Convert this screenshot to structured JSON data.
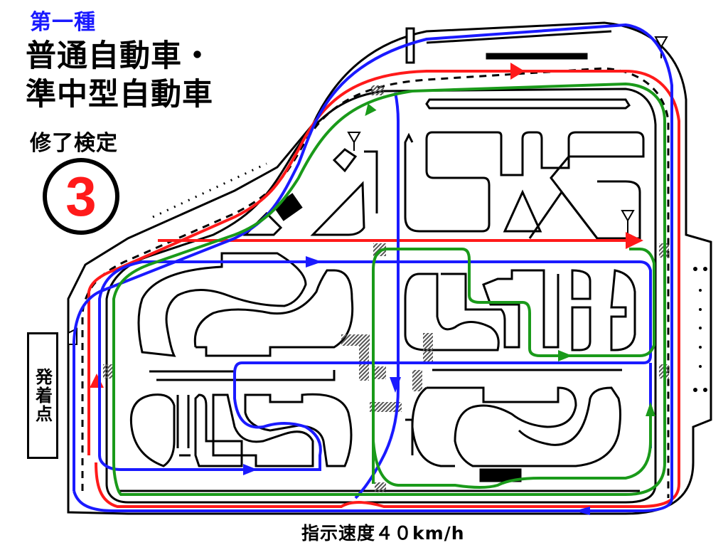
{
  "header": {
    "license_category": "第一種",
    "vehicle_types": [
      "普通自動車・",
      "準中型自動車"
    ],
    "exam_type": "修了検定",
    "route_number": "3"
  },
  "start_point": {
    "label": "発着点"
  },
  "footer": {
    "speed_instruction": "指示速度４０km/h"
  },
  "colors": {
    "route_red": "#ff1a1a",
    "route_blue": "#1a1aff",
    "route_green": "#1a9a1a",
    "road_outline": "#000000",
    "category_text": "#1a1aff",
    "route_number": "#ff1a1a"
  },
  "map": {
    "type": "driving-course-route-map",
    "routes": [
      {
        "name": "red-route",
        "color": "#ff1a1a"
      },
      {
        "name": "blue-route",
        "color": "#1a1aff"
      },
      {
        "name": "green-route",
        "color": "#1a9a1a"
      }
    ],
    "features": [
      "crank",
      "s-curve",
      "outer-loop",
      "crosswalks",
      "railroad-crossing",
      "yield-signs",
      "parking-block"
    ]
  }
}
